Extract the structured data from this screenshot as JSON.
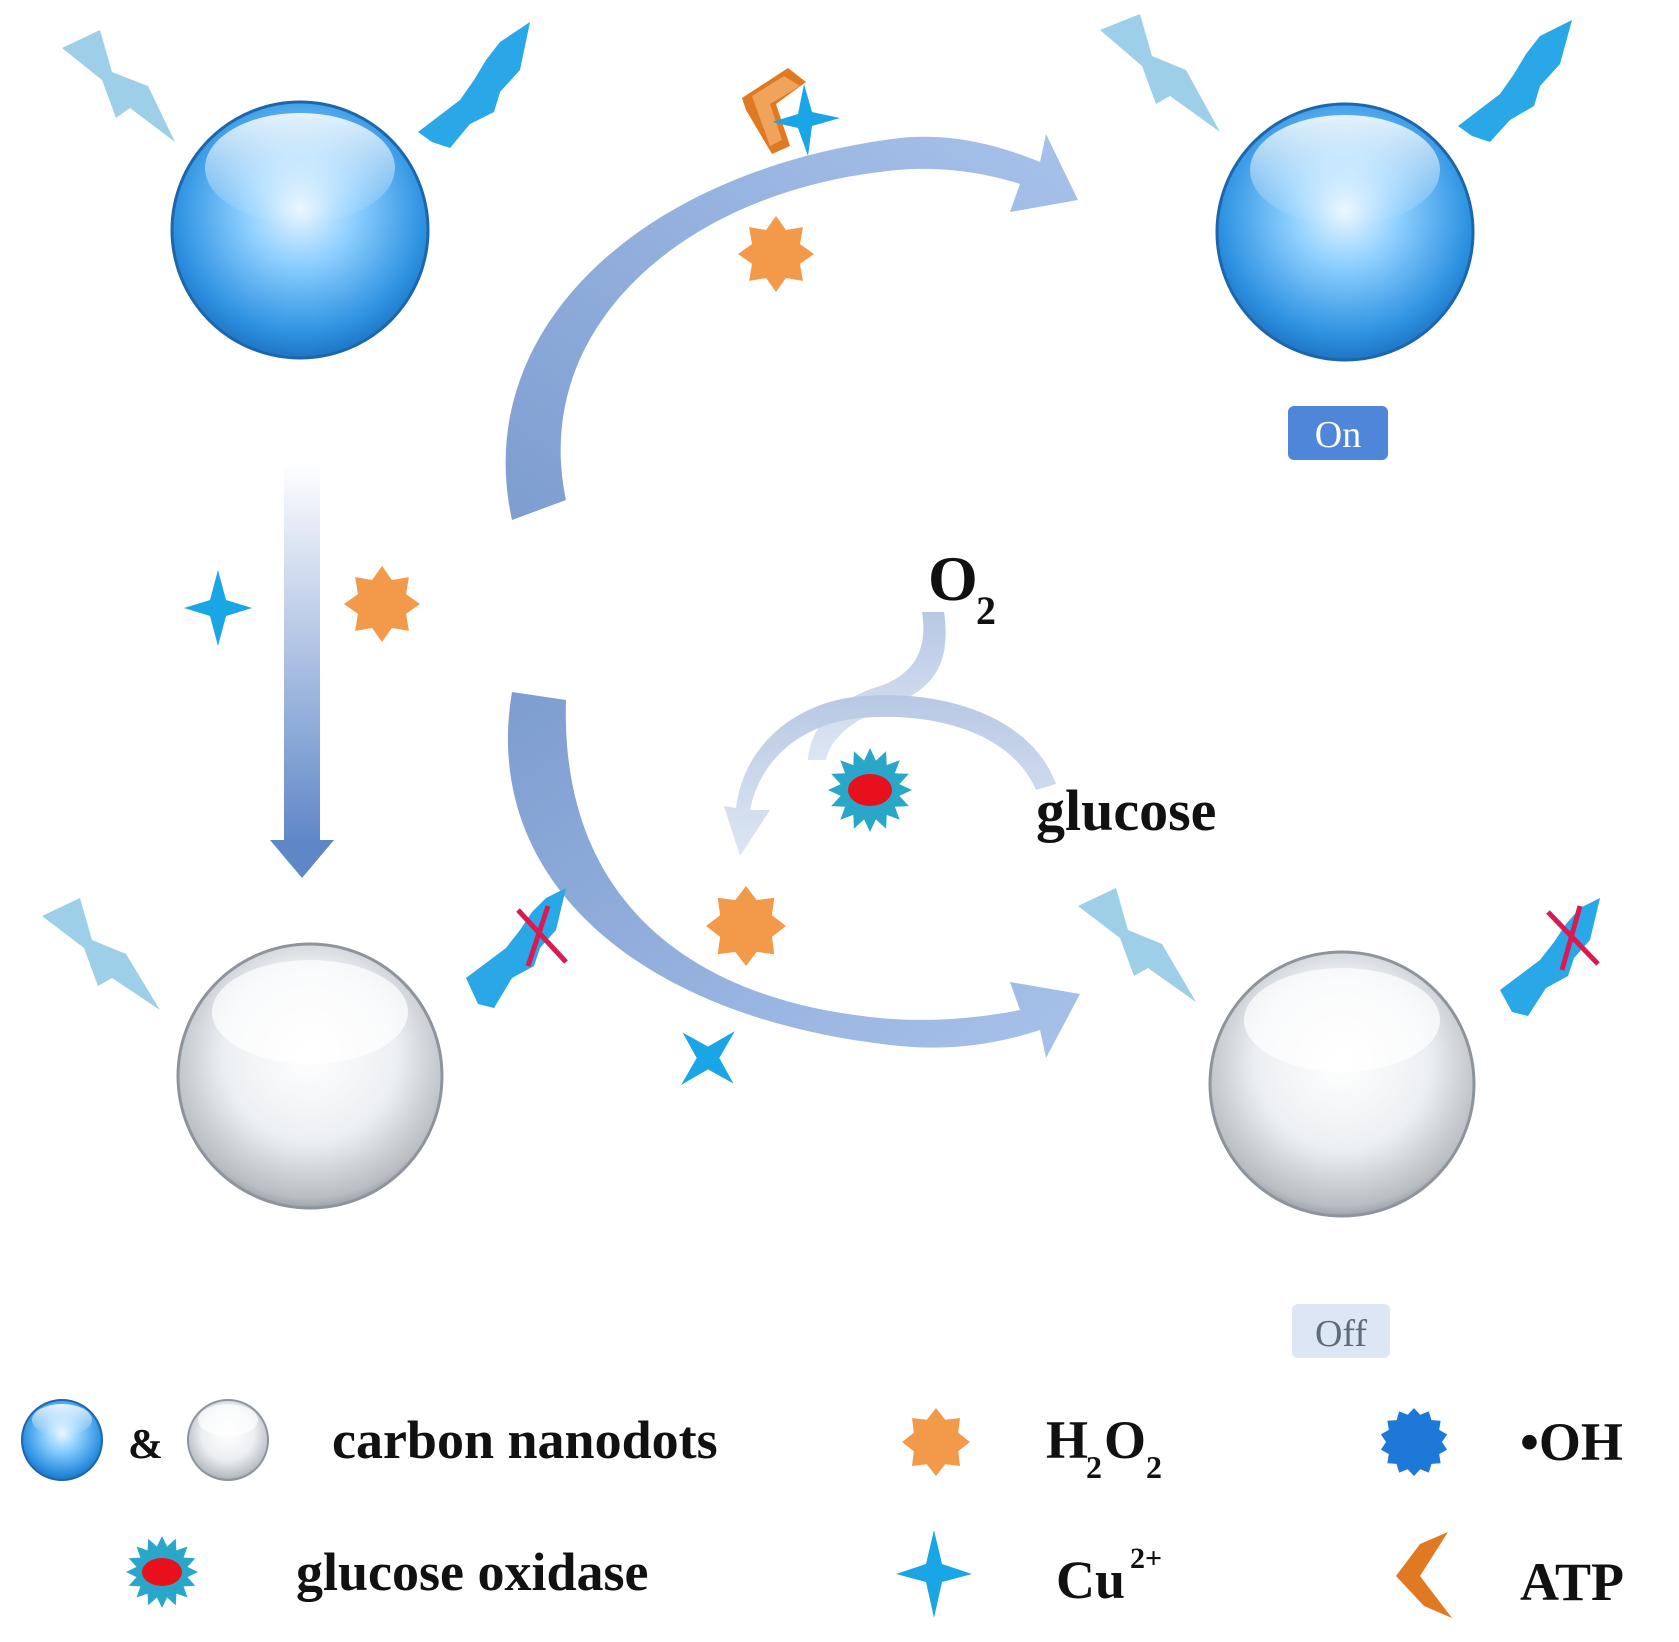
{
  "diagram": {
    "labels": {
      "o2": "O",
      "o2_sub": "2",
      "glucose": "glucose",
      "on": "On",
      "off": "Off"
    },
    "legend": {
      "amp": "&",
      "carbon_nanodots": "carbon nanodots",
      "h2o2_h": "H",
      "h2o2_sub1": "2",
      "h2o2_o": "O",
      "h2o2_sub2": "2",
      "oh": "•OH",
      "glucose_oxidase": "glucose oxidase",
      "cu": "Cu",
      "cu_sup": "2+",
      "atp": "ATP"
    },
    "colors": {
      "blue_dot": "#3a9de6",
      "white_dot": "#e4e6e8",
      "h2o2": "#f39a4a",
      "oh": "#1d78d8",
      "cu": "#1aa6e6",
      "atp": "#e07a22",
      "arrow": "#8faad8",
      "on_badge": "#4f86d9",
      "off_badge": "#dde6f4"
    }
  }
}
